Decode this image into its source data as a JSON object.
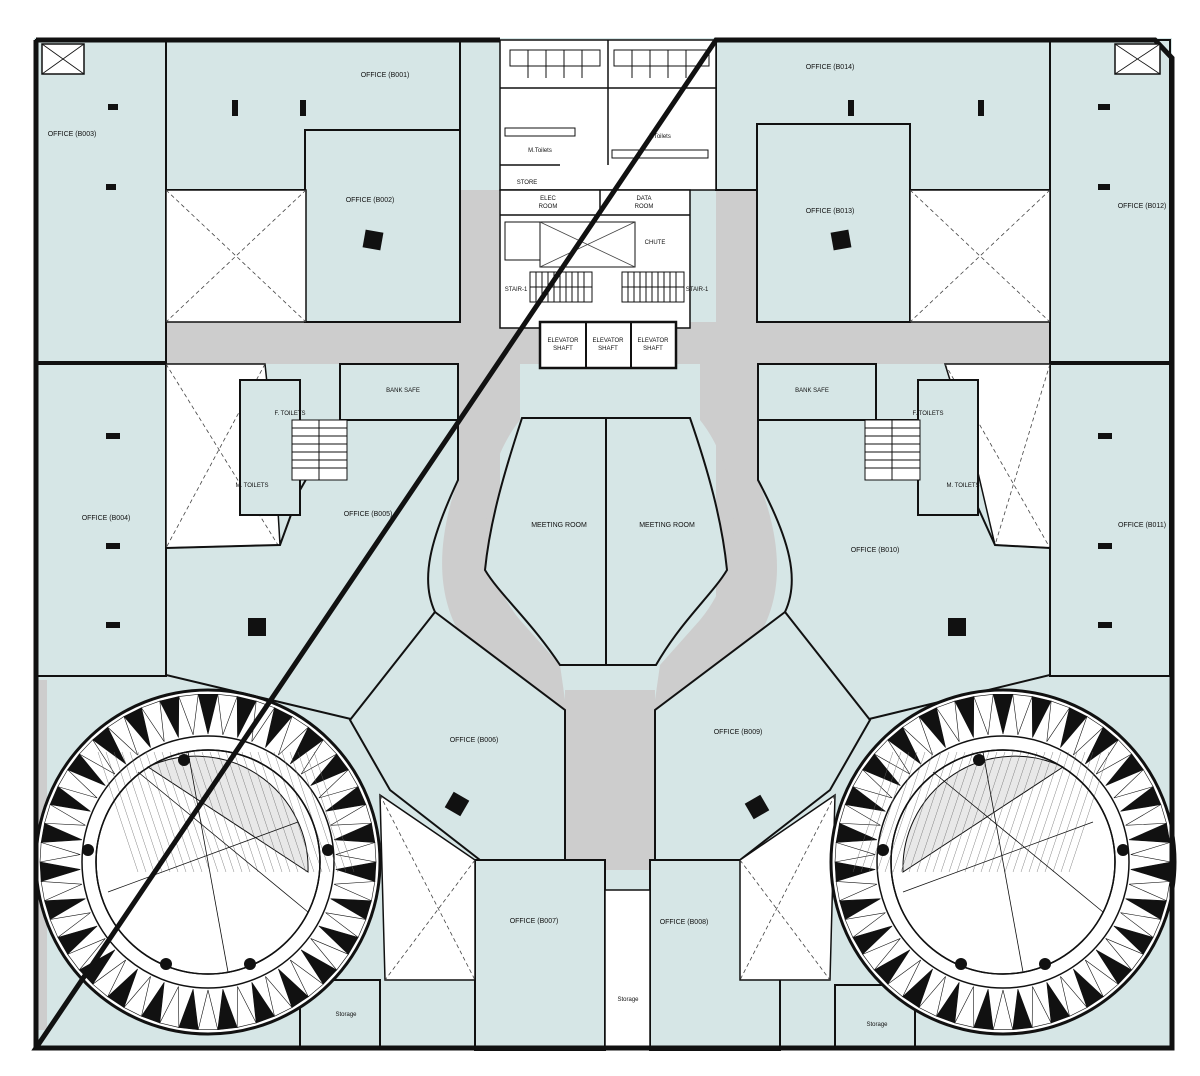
{
  "labels": {
    "b001": "OFFICE (B001)",
    "b002": "OFFICE (B002)",
    "b003": "OFFICE (B003)",
    "b004": "OFFICE (B004)",
    "b005": "OFFICE (B005)",
    "b006": "OFFICE (B006)",
    "b007": "OFFICE (B007)",
    "b008": "OFFICE (B008)",
    "b009": "OFFICE (B009)",
    "b010": "OFFICE (B010)",
    "b011": "OFFICE (B011)",
    "b012": "OFFICE (B012)",
    "b013": "OFFICE (B013)",
    "b014": "OFFICE (B014)",
    "m_toilets_top": "M.Toilets",
    "f_toilets_top": "F.Toilets",
    "store": "STORE",
    "elec_1": "ELEC",
    "elec_2": "ROOM",
    "data_1": "DATA",
    "data_2": "ROOM",
    "chute": "CHUTE",
    "stair_left": "STAIR-1",
    "stair_right": "STAIR-1",
    "elev_1": "ELEVATOR",
    "elev_2": "SHAFT",
    "bank_safe_left": "BANK SAFE",
    "bank_safe_right": "BANK SAFE",
    "f_toilets_left": "F. TOILETS",
    "f_toilets_right": "F. TOILETS",
    "m_toilets_left": "M. TOILETS",
    "m_toilets_right": "M. TOILETS",
    "meeting_left": "MEETING ROOM",
    "meeting_right": "MEETING ROOM",
    "storage_left": "Storage",
    "storage_mid": "Storage",
    "storage_right": "Storage"
  },
  "colors": {
    "room_fill": "#d6e6e6",
    "corridor_fill": "#cdcdcd",
    "wall": "#111111"
  }
}
